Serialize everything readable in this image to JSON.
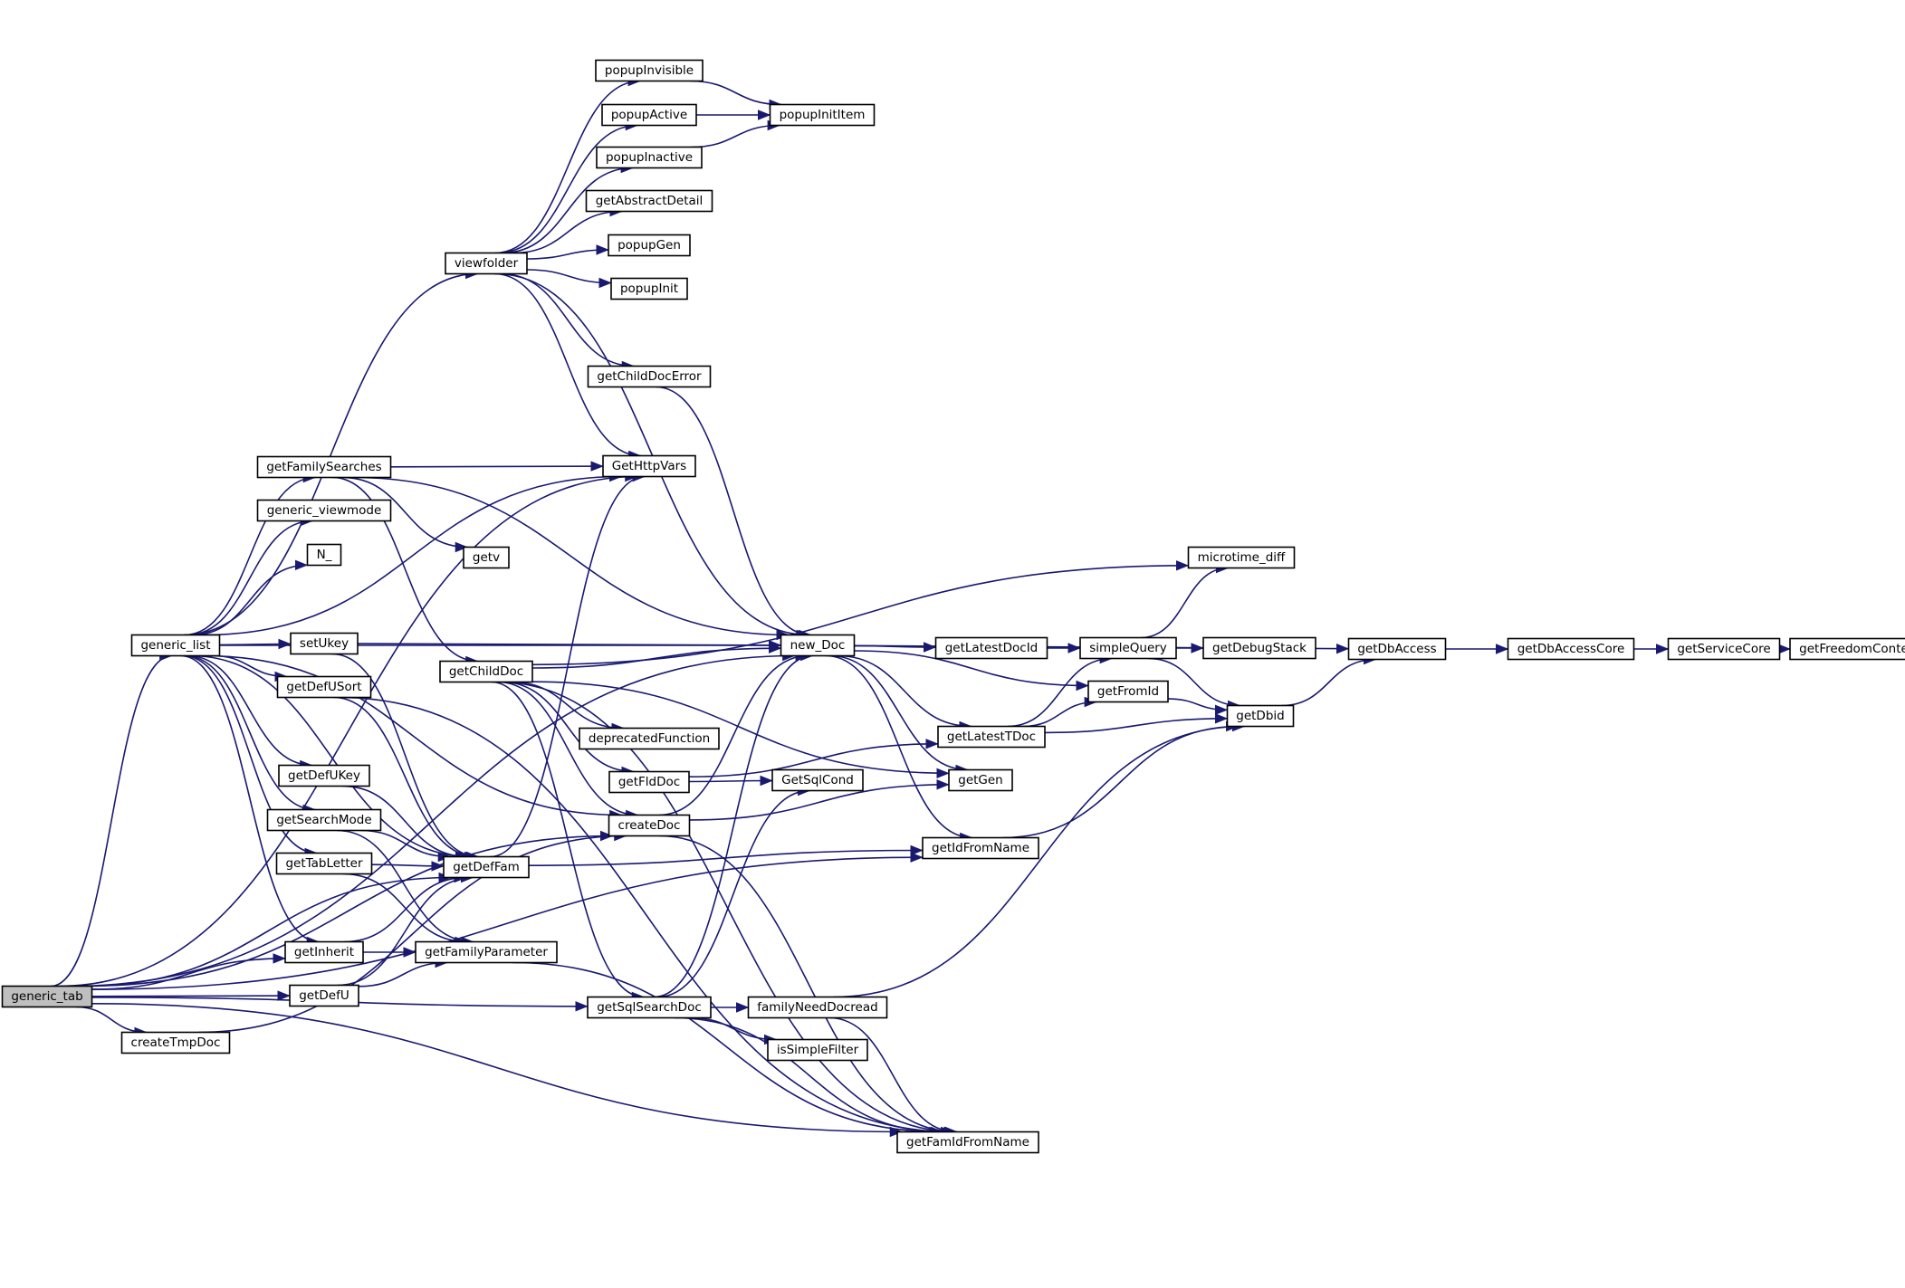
{
  "graph": {
    "colors": {
      "edge": "#191970",
      "node_fill": "#ffffff",
      "root_fill": "#bfbfbf",
      "node_border": "#000000"
    },
    "root": "generic_tab",
    "nodes": [
      {
        "id": "generic_tab",
        "label": "generic_tab"
      },
      {
        "id": "generic_list",
        "label": "generic_list"
      },
      {
        "id": "createTmpDoc",
        "label": "createTmpDoc"
      },
      {
        "id": "viewfolder",
        "label": "viewfolder"
      },
      {
        "id": "getFamilySearches",
        "label": "getFamilySearches"
      },
      {
        "id": "generic_viewmode",
        "label": "generic_viewmode"
      },
      {
        "id": "N_",
        "label": "N_"
      },
      {
        "id": "setUkey",
        "label": "setUkey"
      },
      {
        "id": "getDefUSort",
        "label": "getDefUSort"
      },
      {
        "id": "getDefUKey",
        "label": "getDefUKey"
      },
      {
        "id": "getSearchMode",
        "label": "getSearchMode"
      },
      {
        "id": "getTabLetter",
        "label": "getTabLetter"
      },
      {
        "id": "getInherit",
        "label": "getInherit"
      },
      {
        "id": "getDefU",
        "label": "getDefU"
      },
      {
        "id": "popupInvisible",
        "label": "popupInvisible"
      },
      {
        "id": "popupActive",
        "label": "popupActive"
      },
      {
        "id": "popupInactive",
        "label": "popupInactive"
      },
      {
        "id": "getAbstractDetail",
        "label": "getAbstractDetail"
      },
      {
        "id": "popupGen",
        "label": "popupGen"
      },
      {
        "id": "popupInit",
        "label": "popupInit"
      },
      {
        "id": "getChildDocError",
        "label": "getChildDocError"
      },
      {
        "id": "GetHttpVars",
        "label": "GetHttpVars"
      },
      {
        "id": "getv",
        "label": "getv"
      },
      {
        "id": "getChildDoc",
        "label": "getChildDoc"
      },
      {
        "id": "getDefFam",
        "label": "getDefFam"
      },
      {
        "id": "getFamilyParameter",
        "label": "getFamilyParameter"
      },
      {
        "id": "popupInitItem",
        "label": "popupInitItem"
      },
      {
        "id": "deprecatedFunction",
        "label": "deprecatedFunction"
      },
      {
        "id": "getFldDoc",
        "label": "getFldDoc"
      },
      {
        "id": "createDoc",
        "label": "createDoc"
      },
      {
        "id": "getSqlSearchDoc",
        "label": "getSqlSearchDoc"
      },
      {
        "id": "new_Doc",
        "label": "new_Doc"
      },
      {
        "id": "GetSqlCond",
        "label": "GetSqlCond"
      },
      {
        "id": "familyNeedDocread",
        "label": "familyNeedDocread"
      },
      {
        "id": "isSimpleFilter",
        "label": "isSimpleFilter"
      },
      {
        "id": "getLatestDocId",
        "label": "getLatestDocId"
      },
      {
        "id": "getLatestTDoc",
        "label": "getLatestTDoc"
      },
      {
        "id": "getGen",
        "label": "getGen"
      },
      {
        "id": "getIdFromName",
        "label": "getIdFromName"
      },
      {
        "id": "getFamIdFromName",
        "label": "getFamIdFromName"
      },
      {
        "id": "simpleQuery",
        "label": "simpleQuery"
      },
      {
        "id": "getFromId",
        "label": "getFromId"
      },
      {
        "id": "microtime_diff",
        "label": "microtime_diff"
      },
      {
        "id": "getDebugStack",
        "label": "getDebugStack"
      },
      {
        "id": "getDbid",
        "label": "getDbid"
      },
      {
        "id": "getDbAccess",
        "label": "getDbAccess"
      },
      {
        "id": "getDbAccessCore",
        "label": "getDbAccessCore"
      },
      {
        "id": "getServiceCore",
        "label": "getServiceCore"
      },
      {
        "id": "getFreedomContext",
        "label": "getFreedomContext"
      }
    ],
    "edges": [
      [
        "generic_tab",
        "generic_list"
      ],
      [
        "generic_tab",
        "createTmpDoc"
      ],
      [
        "generic_tab",
        "getInherit"
      ],
      [
        "generic_tab",
        "getDefU"
      ],
      [
        "generic_tab",
        "getDefFam"
      ],
      [
        "generic_tab",
        "new_Doc"
      ],
      [
        "generic_tab",
        "GetHttpVars"
      ],
      [
        "generic_tab",
        "createDoc"
      ],
      [
        "generic_tab",
        "getSqlSearchDoc"
      ],
      [
        "generic_tab",
        "getFamIdFromName"
      ],
      [
        "generic_tab",
        "getIdFromName"
      ],
      [
        "generic_list",
        "viewfolder"
      ],
      [
        "generic_list",
        "getFamilySearches"
      ],
      [
        "generic_list",
        "generic_viewmode"
      ],
      [
        "generic_list",
        "N_"
      ],
      [
        "generic_list",
        "setUkey"
      ],
      [
        "generic_list",
        "getDefUSort"
      ],
      [
        "generic_list",
        "getDefUKey"
      ],
      [
        "generic_list",
        "getSearchMode"
      ],
      [
        "generic_list",
        "getTabLetter"
      ],
      [
        "generic_list",
        "getInherit"
      ],
      [
        "generic_list",
        "GetHttpVars"
      ],
      [
        "generic_list",
        "new_Doc"
      ],
      [
        "generic_list",
        "getDefFam"
      ],
      [
        "generic_list",
        "createDoc"
      ],
      [
        "createTmpDoc",
        "createDoc"
      ],
      [
        "viewfolder",
        "popupInvisible"
      ],
      [
        "viewfolder",
        "popupActive"
      ],
      [
        "viewfolder",
        "popupInactive"
      ],
      [
        "viewfolder",
        "getAbstractDetail"
      ],
      [
        "viewfolder",
        "popupGen"
      ],
      [
        "viewfolder",
        "popupInit"
      ],
      [
        "viewfolder",
        "getChildDocError"
      ],
      [
        "viewfolder",
        "GetHttpVars"
      ],
      [
        "viewfolder",
        "new_Doc"
      ],
      [
        "popupInvisible",
        "popupInitItem"
      ],
      [
        "popupActive",
        "popupInitItem"
      ],
      [
        "popupInactive",
        "popupInitItem"
      ],
      [
        "getChildDocError",
        "new_Doc"
      ],
      [
        "getFamilySearches",
        "GetHttpVars"
      ],
      [
        "getFamilySearches",
        "getv"
      ],
      [
        "getFamilySearches",
        "getChildDoc"
      ],
      [
        "getFamilySearches",
        "new_Doc"
      ],
      [
        "setUkey",
        "new_Doc"
      ],
      [
        "setUkey",
        "getDefFam"
      ],
      [
        "getDefUSort",
        "getDefFam"
      ],
      [
        "getDefUSort",
        "getFamIdFromName"
      ],
      [
        "getDefUKey",
        "getDefFam"
      ],
      [
        "getSearchMode",
        "getDefFam"
      ],
      [
        "getSearchMode",
        "getFamilyParameter"
      ],
      [
        "getTabLetter",
        "getDefFam"
      ],
      [
        "getTabLetter",
        "getFamilyParameter"
      ],
      [
        "getInherit",
        "getDefFam"
      ],
      [
        "getInherit",
        "getFamilyParameter"
      ],
      [
        "getDefU",
        "getDefFam"
      ],
      [
        "getDefU",
        "getFamilyParameter"
      ],
      [
        "getDefFam",
        "GetHttpVars"
      ],
      [
        "getDefFam",
        "getIdFromName"
      ],
      [
        "getFamilyParameter",
        "getFamIdFromName"
      ],
      [
        "getChildDoc",
        "new_Doc"
      ],
      [
        "getChildDoc",
        "microtime_diff"
      ],
      [
        "getChildDoc",
        "deprecatedFunction"
      ],
      [
        "getChildDoc",
        "getFldDoc"
      ],
      [
        "getChildDoc",
        "createDoc"
      ],
      [
        "getChildDoc",
        "getSqlSearchDoc"
      ],
      [
        "getChildDoc",
        "getGen"
      ],
      [
        "getChildDoc",
        "getFamIdFromName"
      ],
      [
        "getFldDoc",
        "GetSqlCond"
      ],
      [
        "getFldDoc",
        "getLatestTDoc"
      ],
      [
        "createDoc",
        "new_Doc"
      ],
      [
        "createDoc",
        "getGen"
      ],
      [
        "createDoc",
        "getFamIdFromName"
      ],
      [
        "getSqlSearchDoc",
        "new_Doc"
      ],
      [
        "getSqlSearchDoc",
        "GetSqlCond"
      ],
      [
        "getSqlSearchDoc",
        "familyNeedDocread"
      ],
      [
        "getSqlSearchDoc",
        "isSimpleFilter"
      ],
      [
        "getSqlSearchDoc",
        "getFamIdFromName"
      ],
      [
        "familyNeedDocread",
        "getFamIdFromName"
      ],
      [
        "familyNeedDocread",
        "getDbid"
      ],
      [
        "new_Doc",
        "getLatestDocId"
      ],
      [
        "new_Doc",
        "getFromId"
      ],
      [
        "new_Doc",
        "getLatestTDoc"
      ],
      [
        "new_Doc",
        "getGen"
      ],
      [
        "new_Doc",
        "getIdFromName"
      ],
      [
        "new_Doc",
        "getDbAccess"
      ],
      [
        "getLatestDocId",
        "simpleQuery"
      ],
      [
        "getLatestTDoc",
        "simpleQuery"
      ],
      [
        "getLatestTDoc",
        "getFromId"
      ],
      [
        "getLatestTDoc",
        "getDbid"
      ],
      [
        "getIdFromName",
        "getDbid"
      ],
      [
        "simpleQuery",
        "microtime_diff"
      ],
      [
        "simpleQuery",
        "getDebugStack"
      ],
      [
        "simpleQuery",
        "getDbid"
      ],
      [
        "getFromId",
        "getDbid"
      ],
      [
        "getDbid",
        "getDbAccess"
      ],
      [
        "getDbAccess",
        "getDbAccessCore"
      ],
      [
        "getDbAccessCore",
        "getServiceCore"
      ],
      [
        "getServiceCore",
        "getFreedomContext"
      ]
    ]
  }
}
